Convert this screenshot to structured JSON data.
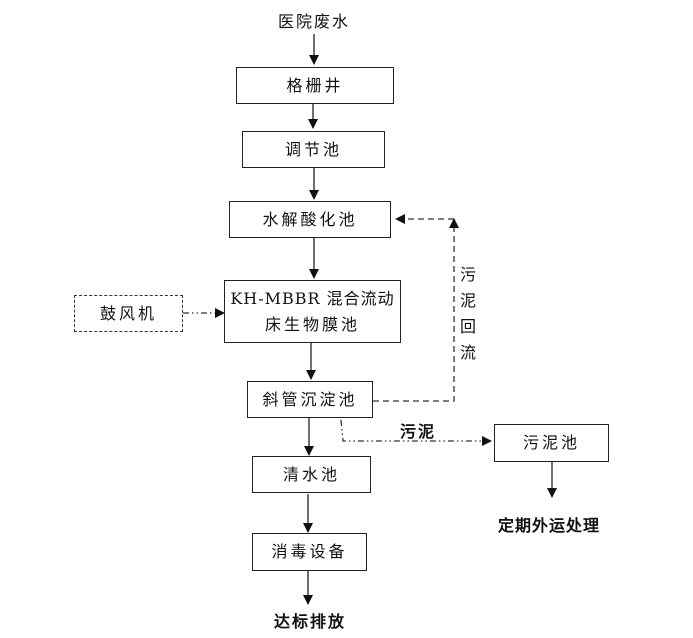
{
  "title": "医院废水处理工艺流程图",
  "source": "医院废水",
  "nodes": {
    "grille_well": "格栅井",
    "regulating_tank": "调节池",
    "hydrolysis_tank": "水解酸化池",
    "mbbr_line1": "KH-MBBR 混合流动",
    "mbbr_line2": "床生物膜池",
    "blower": "鼓风机",
    "settling_tank": "斜管沉淀池",
    "clear_water_tank": "清水池",
    "disinfection": "消毒设备",
    "sludge_tank": "污泥池"
  },
  "outputs": {
    "discharge": "达标排放",
    "sludge_disposal": "定期外运处理"
  },
  "edge_labels": {
    "sludge": "污泥",
    "sludge_return": [
      "污",
      "泥",
      "回",
      "流"
    ]
  }
}
